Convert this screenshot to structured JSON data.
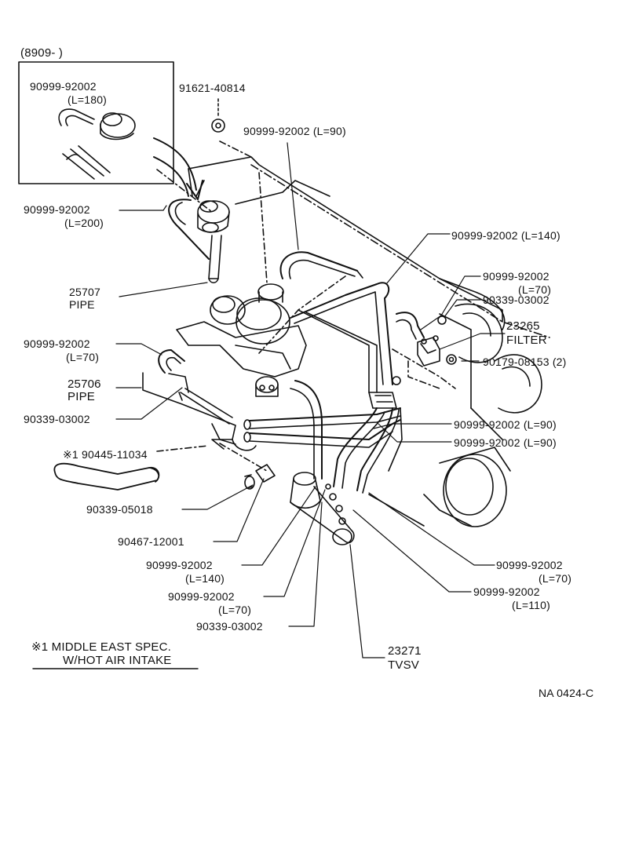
{
  "inset": {
    "date_range": "(8909-        )",
    "hose_part": "90999-92002",
    "hose_length": "(L=180)"
  },
  "labels": {
    "bolt_top": "91621-40814",
    "hose_l90_top": "90999-92002 (L=90)",
    "hose_l200": "90999-92002",
    "hose_l200_len": "(L=200)",
    "hose_l140_top": "90999-92002 (L=140)",
    "hose_l70_right": "90999-92002",
    "hose_l70_right_len": "(L=70)",
    "clamp_right": "90339-03002",
    "pipe_25707_num": "25707",
    "pipe_25707_name": "PIPE",
    "filter_num": "23265",
    "filter_name": "FILTER",
    "nut_right": "90179-08153 (2)",
    "hose_l70_left": "90999-92002",
    "hose_l70_left_len": "(L=70)",
    "pipe_25706_num": "25706",
    "pipe_25706_name": "PIPE",
    "clamp_left": "90339-03002",
    "hose_l90_mid_a": "90999-92002 (L=90)",
    "hose_l90_mid_b": "90999-92002 (L=90)",
    "hot_air_hose": "※1 90445-11034",
    "clamp_05018": "90339-05018",
    "part_90467": "90467-12001",
    "hose_l140_bottom": "90999-92002",
    "hose_l140_bottom_len": "(L=140)",
    "hose_l70_bottom": "90999-92002",
    "hose_l70_bottom_len": "(L=70)",
    "clamp_bottom": "90339-03002",
    "hose_l70_lower_right": "90999-92002",
    "hose_l70_lower_right_len": "(L=70)",
    "hose_l110": "90999-92002",
    "hose_l110_len": "(L=110)",
    "tvsv_num": "23271",
    "tvsv_name": "TVSV"
  },
  "note": {
    "line1": "※1  MIDDLE EAST SPEC.",
    "line2": "W/HOT AIR INTAKE"
  },
  "diagram_code": "NA 0424-C"
}
